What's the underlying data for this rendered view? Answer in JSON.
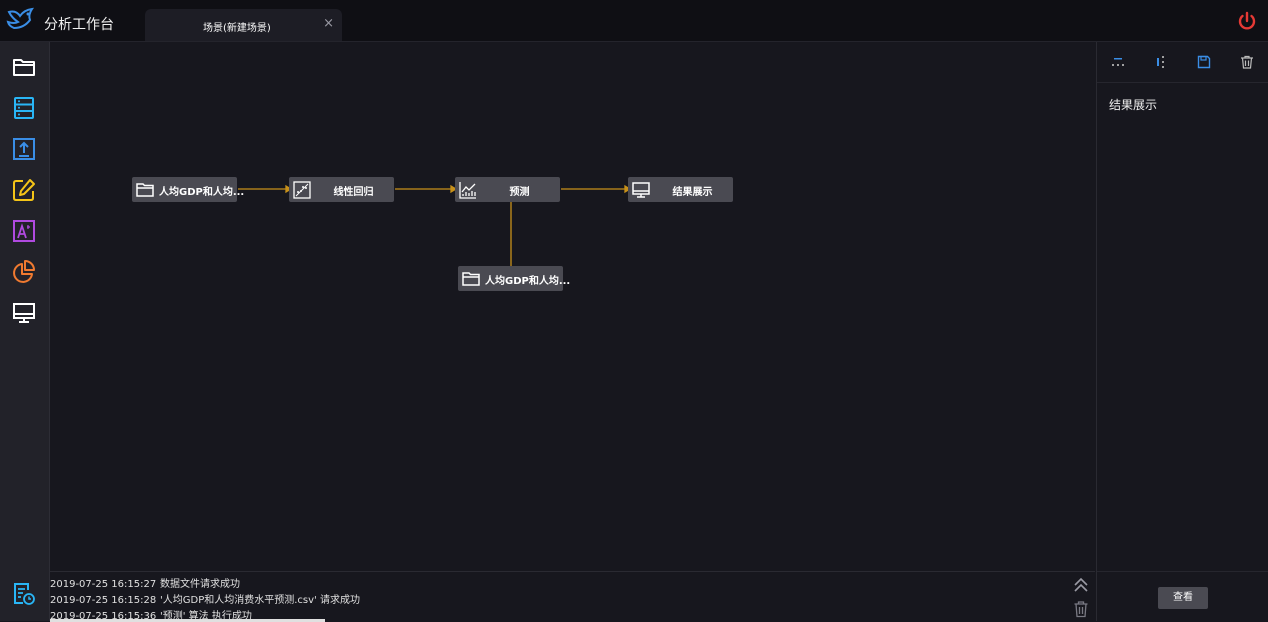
{
  "app": {
    "title": "分析工作台"
  },
  "tab": {
    "label": "场景(新建场景)",
    "close": "×"
  },
  "icons": {
    "logo": "bird-logo",
    "power": "power-icon",
    "sidebar": [
      "folder-icon",
      "database-icon",
      "upload-icon",
      "edit-icon",
      "text-icon",
      "pie-chart-icon",
      "monitor-icon"
    ],
    "log": "log-history-icon"
  },
  "flow": {
    "nodes": [
      {
        "label": "人均GDP和人均...",
        "icon": "folder-icon"
      },
      {
        "label": "线性回归",
        "icon": "scatter-icon"
      },
      {
        "label": "预测",
        "icon": "line-chart-icon"
      },
      {
        "label": "结果展示",
        "icon": "monitor-icon"
      },
      {
        "label": "人均GDP和人均...",
        "icon": "folder-icon"
      }
    ]
  },
  "right_panel": {
    "title": "结果展示",
    "tools": [
      "align-icon",
      "distribute-icon",
      "save-icon",
      "delete-icon"
    ],
    "view_button": "查看"
  },
  "log": {
    "entries": [
      {
        "time": "2019-07-25 16:15:27",
        "message": "数据文件请求成功"
      },
      {
        "time": "2019-07-25 16:15:28",
        "message": "'人均GDP和人均消费水平预测.csv' 请求成功"
      },
      {
        "time": "2019-07-25 16:15:36",
        "message": "'预测' 算法 执行成功"
      }
    ]
  },
  "colors": {
    "edge": "#c8911a",
    "accent_blue": "#3a8ee6",
    "power_red": "#e53935"
  }
}
